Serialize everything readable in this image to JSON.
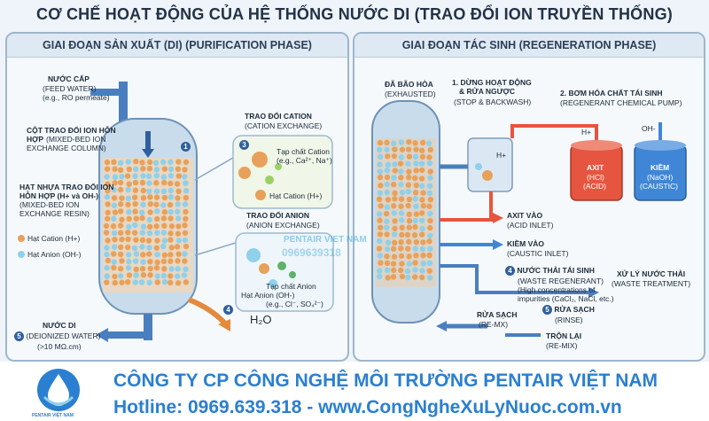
{
  "title": "CƠ CHẾ HOẠT ĐỘNG CỦA HỆ THỐNG NƯỚC DI (TRAO ĐỔI ION TRUYỀN THỐNG)",
  "left": {
    "heading": "GIAI ĐOẠN SẢN XUẤT (DI) (PURIFICATION PHASE)",
    "feed_title": "NƯỚC CẤP",
    "feed_sub1": "(FEED WATER)",
    "feed_sub2": "(e.g., RO permeate)",
    "column_title1": "CỘT TRAO ĐỔI ION HỖN",
    "column_title2": "HỢP",
    "column_sub1": "(MIXED-BED ION",
    "column_sub2": "EXCHANGE COLUMN)",
    "resin_title1": "HẠT NHỰA TRAO ĐỔI ION",
    "resin_title2": "HỖN HỢP (H+ và OH-)",
    "resin_sub1": "(MIXED-BED ION",
    "resin_sub2": "EXCHANGE RESIN)",
    "legend_cation": "Hạt Cation (H+)",
    "legend_anion": "Hạt Anion (OH-)",
    "cation_title": "TRAO ĐỔI CATION",
    "cation_sub": "(CATION EXCHANGE)",
    "cation_impurity": "Tạp chất Cation",
    "cation_impurity_eg": "(e.g., Ca²⁺, Na⁺)",
    "cation_bead": "Hạt Cation (H+)",
    "anion_title": "TRAO ĐỔI ANION",
    "anion_sub": "(ANION EXCHANGE)",
    "anion_bead": "Hạt Anion (OH-)",
    "anion_impurity": "Tạp chất Anion",
    "anion_impurity_eg": "(e.g., Cl⁻, SO₄²⁻)",
    "water": "H₂O",
    "di_title": "NƯỚC DI",
    "di_sub1": "(DEIONIZED WATER)",
    "di_sub2": "(>10 MΩ.cm)",
    "step1": "1",
    "step3": "3",
    "step4": "4",
    "step5": "5"
  },
  "right": {
    "heading": "GIAI ĐOẠN TÁC SINH (REGENERATION PHASE)",
    "exhausted_title": "ĐÃ BÃO HÒA",
    "exhausted_sub": "(EXHAUSTED)",
    "stop_title1": "1. DỪNG HOẠT ĐỘNG",
    "stop_title2": "& RỬA NGƯỢC",
    "stop_sub": "(STOP & BACKWASH)",
    "pump_title": "2. BƠM HÓA CHẤT TÁI SINH",
    "pump_sub": "(REGENERANT CHEMICAL PUMP)",
    "hplus": "H+",
    "ohminus": "OH-",
    "hplus_tank": "H+",
    "acid_title": "AXIT",
    "acid_sub1": "(HCl)",
    "acid_sub2": "(ACID)",
    "base_title": "KIỀM",
    "base_sub1": "(NaOH)",
    "base_sub2": "(CAUSTIC)",
    "acid_inlet_title": "AXIT VÀO",
    "acid_inlet_sub": "(ACID INLET)",
    "caustic_inlet_title": "KIỀM VÀO",
    "caustic_inlet_sub": "(CAUSTIC INLET)",
    "waste_title": "NƯỚC THẢI TÁI SINH",
    "waste_sub1": "(WASTE REGENERANT)",
    "waste_sub2": "(High concentrations of",
    "waste_sub3": "impurities (CaCl₂, NaCl, etc.)",
    "treat_title": "XỬ LÝ NƯỚC THẢI",
    "treat_sub": "(WASTE TREATMENT)",
    "rinse1_title": "RỬA SẠCH",
    "rinse1_sub": "(RE-MX)",
    "rinse2_title": "RỬA SẠCH",
    "rinse2_sub": "(RINSE)",
    "remix_title": "TRỘN LẠI",
    "remix_sub": "(RE-MIX)",
    "step4": "4",
    "step5": "5"
  },
  "watermark": {
    "line1": "PENTAIR VIET NAM",
    "line2": "0969639318"
  },
  "footer": {
    "company": "CÔNG TY CP CÔNG NGHỆ MÔI TRƯỜNG PENTAIR VIỆT NAM",
    "hotline": "Hotline: 0969.639.318 - www.CongNgheXuLyNuoc.com.vn",
    "logo_text": "PENTAIR VIỆT NAM"
  },
  "colors": {
    "cation": "#e8a15a",
    "anion": "#8fd0ea",
    "acid": "#e6553f",
    "caustic": "#3f86d6",
    "brand": "#2b7fd0"
  }
}
